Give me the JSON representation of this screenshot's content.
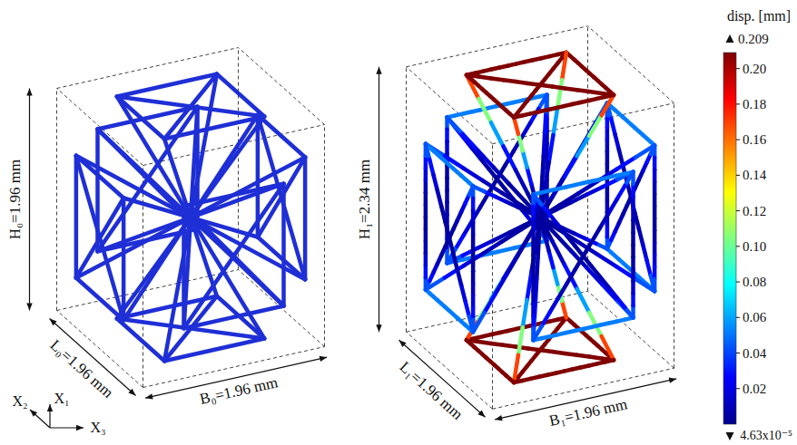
{
  "diagram": {
    "labels": [
      "H₀=1.96 mm",
      "L₀=1.96 mm",
      "B₀=1.96 mm",
      "H₁=2.34 mm",
      "L₁=1.96 mm",
      "B₁=1.96 mm",
      "X₂",
      "X₁",
      "X₃",
      "disp. [mm]",
      "0.209",
      "0.20",
      "0.18",
      "0.16",
      "0.14",
      "0.12",
      "0.10",
      "0.08",
      "0.06",
      "0.04",
      "0.02",
      "4.63x10⁻⁵"
    ]
  }
}
